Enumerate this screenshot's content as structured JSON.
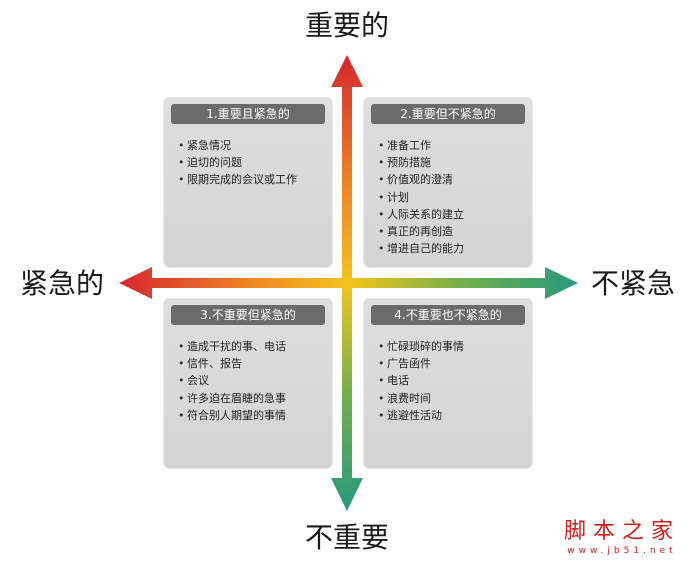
{
  "axis_labels": {
    "top": "重要的",
    "bottom": "不重要",
    "left": "紧急的",
    "right": "不紧急"
  },
  "quadrants": [
    {
      "title": "1.重要且紧急的",
      "items": [
        "紧急情况",
        "迫切的问题",
        "限期完成的会议或工作"
      ]
    },
    {
      "title": "2.重要但不紧急的",
      "items": [
        "准备工作",
        "预防措施",
        "价值观的澄清",
        "计划",
        "人际关系的建立",
        "真正的再创造",
        "增进自己的能力"
      ]
    },
    {
      "title": "3.不重要但紧急的",
      "items": [
        "造成干扰的事、电话",
        "信件、报告",
        "会议",
        "许多迫在眉睫的急事",
        "符合别人期望的事情"
      ]
    },
    {
      "title": "4.不重要也不紧急的",
      "items": [
        "忙碌琐碎的事情",
        "广告函件",
        "电话",
        "浪费时间",
        "逃避性活动"
      ]
    }
  ],
  "watermark": {
    "name": "脚本之家",
    "url": "www.jb51.net"
  },
  "colors": {
    "red": "#d6262d",
    "orange": "#ec7a26",
    "yellow": "#f5c41b",
    "green": "#6fb04a",
    "teal": "#27997f"
  }
}
